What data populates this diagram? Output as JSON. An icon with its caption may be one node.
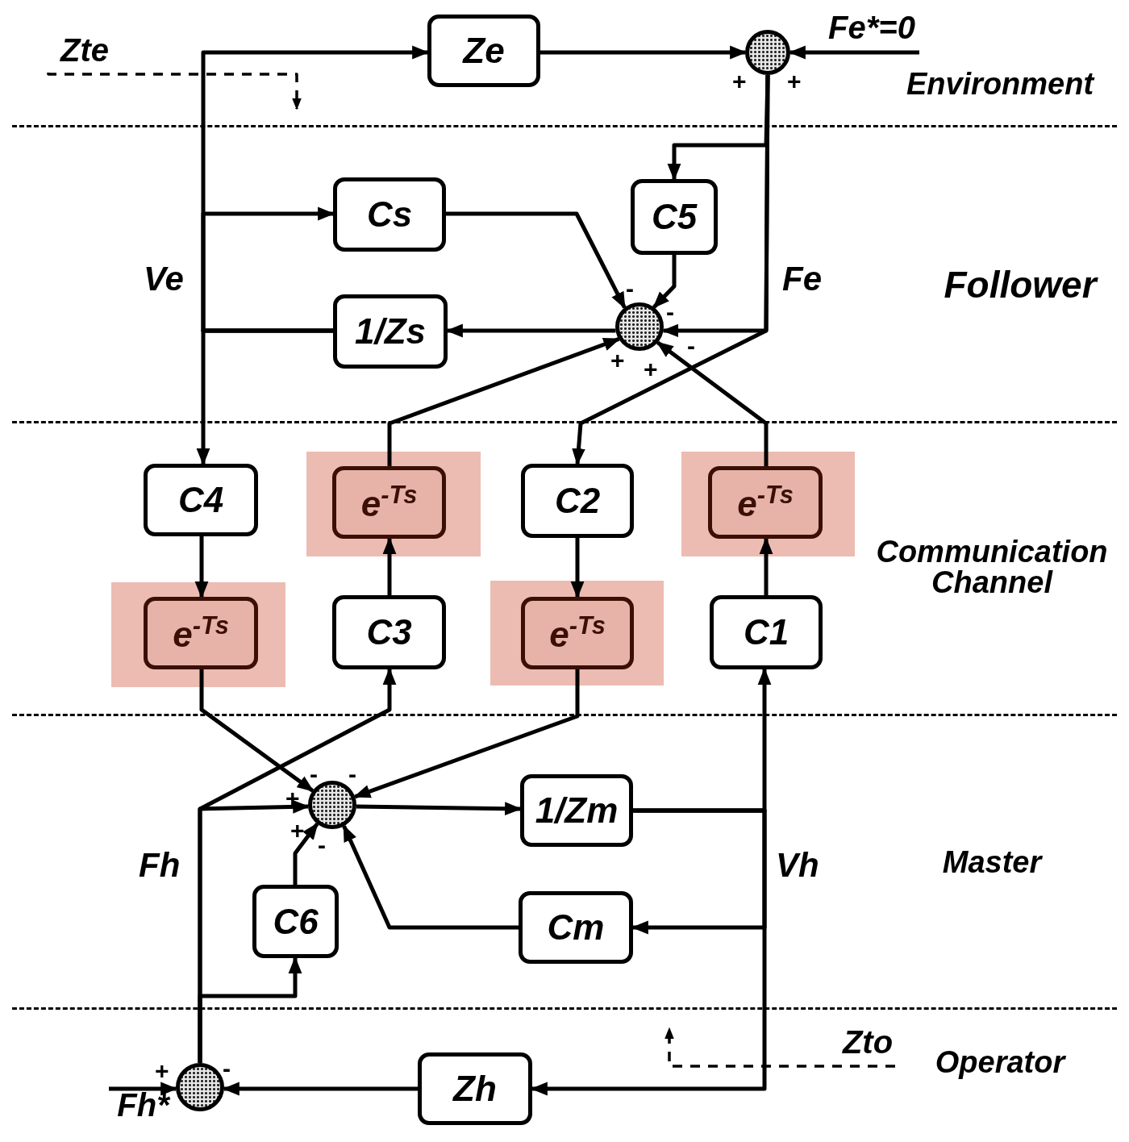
{
  "diagram": {
    "nodes": [
      {
        "text": [
          "Environment"
        ]
      },
      {
        "text": [
          "Zte"
        ],
        "in": 0
      },
      {
        "text": [
          "Ze"
        ],
        "in": 0
      },
      {
        "text": [],
        "shape": "circle",
        "in": 0,
        "beside": [
          "+",
          "+"
        ]
      },
      {
        "text": [
          "Fe*=0"
        ],
        "in": 0
      },
      {
        "text": [
          "Follower"
        ]
      },
      {
        "text": [
          "Cs"
        ],
        "in": 5
      },
      {
        "text": [
          "C5"
        ],
        "in": 5
      },
      {
        "text": [
          "1/Zs"
        ],
        "in": 5
      },
      {
        "text": [],
        "shape": "circle",
        "in": 5,
        "beside": [
          "-",
          "-",
          "+",
          "+",
          "-"
        ]
      },
      {
        "text": [
          "Communication Channel"
        ]
      },
      {
        "text": [
          "C4"
        ],
        "in": 10
      },
      {
        "text": [
          "e$^{-Ts}$"
        ],
        "in": 10
      },
      {
        "text": [
          "C2"
        ],
        "in": 10
      },
      {
        "text": [
          "e$^{-Ts}$"
        ],
        "in": 10
      },
      {
        "text": [
          "e$^{-Ts}$"
        ],
        "in": 10
      },
      {
        "text": [
          "C3"
        ],
        "in": 10
      },
      {
        "text": [
          "e$^{-Ts}$"
        ],
        "in": 10
      },
      {
        "text": [
          "C1"
        ],
        "in": 10
      },
      {
        "text": [
          "Master"
        ]
      },
      {
        "text": [],
        "shape": "circle",
        "in": 19,
        "beside": [
          "-",
          "-",
          "+",
          "+",
          "-"
        ]
      },
      {
        "text": [
          "1/Zm"
        ],
        "in": 19
      },
      {
        "text": [
          "C6"
        ],
        "in": 19
      },
      {
        "text": [
          "Cm"
        ],
        "in": 19
      },
      {
        "text": [
          "Operator"
        ]
      },
      {
        "text": [
          "Zto"
        ],
        "in": 24
      },
      {
        "text": [
          "Zh"
        ],
        "in": 24
      },
      {
        "text": [],
        "shape": "circle",
        "in": 24,
        "beside": [
          "+",
          "-"
        ]
      },
      {
        "text": [
          "Fh*"
        ],
        "in": 24
      }
    ],
    "edges": [
      {
        "from": 8,
        "to": 2,
        "arrow": "to"
      },
      {
        "from": 8,
        "to": 6,
        "arrow": "to"
      },
      {
        "from": 8,
        "to": 11,
        "arrow": "to"
      },
      {
        "from": 2,
        "to": 3,
        "arrow": "to"
      },
      {
        "from": 4,
        "to": 3,
        "arrow": "to"
      },
      {
        "from": 3,
        "to": 7,
        "arrow": "to"
      },
      {
        "from": 3,
        "to": 9,
        "arrow": "to"
      },
      {
        "from": 3,
        "to": 13,
        "arrow": "to"
      },
      {
        "from": 6,
        "to": 9,
        "arrow": "to"
      },
      {
        "from": 7,
        "to": 9,
        "arrow": "to"
      },
      {
        "from": 9,
        "to": 8,
        "arrow": "to"
      },
      {
        "from": 12,
        "to": 9,
        "arrow": "to"
      },
      {
        "from": 14,
        "to": 9,
        "arrow": "to"
      },
      {
        "from": 11,
        "to": 15,
        "arrow": "to"
      },
      {
        "from": 16,
        "to": 12,
        "arrow": "to"
      },
      {
        "from": 13,
        "to": 17,
        "arrow": "to"
      },
      {
        "from": 18,
        "to": 14,
        "arrow": "to"
      },
      {
        "from": 15,
        "to": 20,
        "arrow": "to"
      },
      {
        "from": 17,
        "to": 20,
        "arrow": "to"
      },
      {
        "from": 27,
        "to": 20,
        "arrow": "to"
      },
      {
        "from": 27,
        "to": 16,
        "arrow": "to"
      },
      {
        "from": 27,
        "to": 22,
        "arrow": "to"
      },
      {
        "from": 22,
        "to": 20,
        "arrow": "to"
      },
      {
        "from": 20,
        "to": 21,
        "arrow": "to"
      },
      {
        "from": 21,
        "to": 18,
        "arrow": "to"
      },
      {
        "from": 21,
        "to": 23,
        "arrow": "to"
      },
      {
        "from": 21,
        "to": 26,
        "arrow": "to"
      },
      {
        "from": 23,
        "to": 20,
        "arrow": "to"
      },
      {
        "from": 26,
        "to": 27,
        "arrow": "to"
      },
      {
        "from": 28,
        "to": 27,
        "arrow": "to"
      },
      {
        "from": 1,
        "to": null,
        "arrow": "to",
        "style": "dashed"
      },
      {
        "from": 25,
        "to": null,
        "arrow": "to",
        "style": "dashed"
      }
    ],
    "labels": [
      "Ve",
      "Fe",
      "Fh",
      "Vh"
    ]
  }
}
